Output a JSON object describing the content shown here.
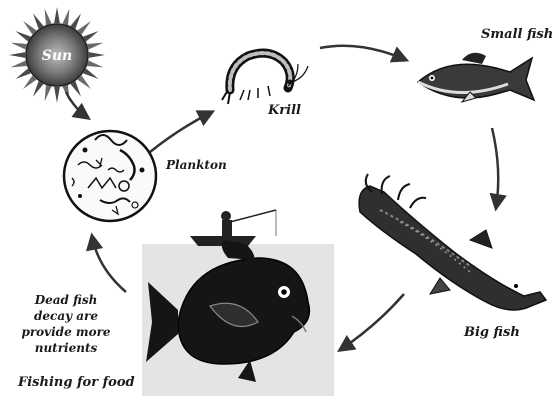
{
  "labels": {
    "sun": "Sun",
    "krill": "Krill",
    "small_fish": "Small fish",
    "plankton": "Plankton",
    "big_fish": "Big fish",
    "dead_fish": [
      "Dead fish",
      "decay are",
      "provide more",
      "nutrients"
    ],
    "fishing": "Fishing for food"
  }
}
